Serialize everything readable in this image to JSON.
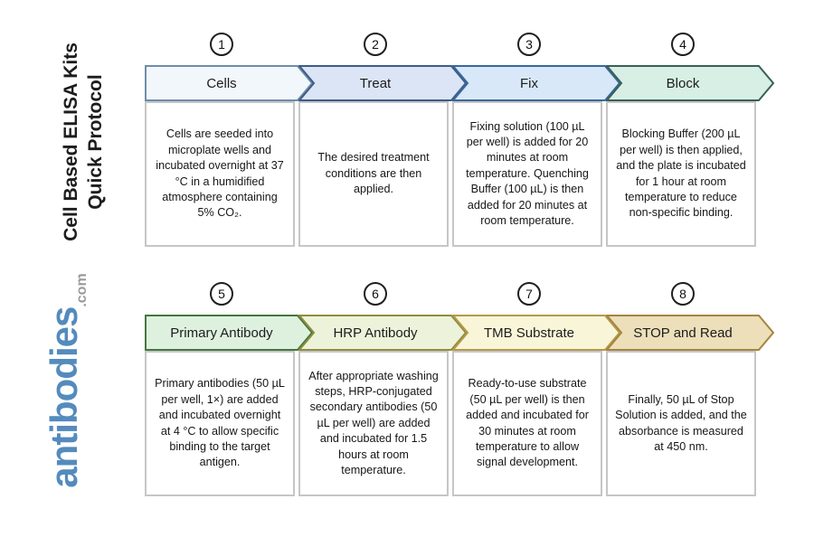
{
  "sidebar": {
    "title_line1": "Cell Based ELISA Kits",
    "title_line2": "Quick Protocol",
    "title_color": "#1d1d1d",
    "logo_word": "antibodies",
    "logo_tld": ".com",
    "logo_color": "#548bbd",
    "logo_tld_color": "#9a9a9a"
  },
  "steps": [
    {
      "number": "1",
      "label": "Cells",
      "description": "Cells are seeded into microplate wells and incubated overnight at 37 °C in a humidified atmosphere containing 5% CO₂.",
      "fill": "#f2f7fb",
      "border": "#6e8cab"
    },
    {
      "number": "2",
      "label": "Treat",
      "description": "The desired treatment conditions are then applied.",
      "fill": "#dbe5f6",
      "border": "#3e5c86"
    },
    {
      "number": "3",
      "label": "Fix",
      "description": "Fixing solution (100 µL per well) is added for 20 minutes at room temperature. Quenching Buffer (100 µL) is then added for 20 minutes at room temperature.",
      "fill": "#d8e8f8",
      "border": "#38699c"
    },
    {
      "number": "4",
      "label": "Block",
      "description": "Blocking Buffer (200 µL per well) is then applied, and the plate is incubated for 1 hour at room temperature to reduce non-specific binding.",
      "fill": "#d7efe5",
      "border": "#3a6057"
    },
    {
      "number": "5",
      "label": "Primary Antibody",
      "description": "Primary antibodies (50 µL per well, 1×) are added and incubated overnight at 4 °C to allow specific binding to the target antigen.",
      "fill": "#def1df",
      "border": "#45773f"
    },
    {
      "number": "6",
      "label": "HRP Antibody",
      "description": "After appropriate washing steps, HRP-conjugated secondary antibodies (50 µL per well) are added and incubated for 1.5 hours at room temperature.",
      "fill": "#edf3da",
      "border": "#8f8d3d"
    },
    {
      "number": "7",
      "label": "TMB Substrate",
      "description": "Ready-to-use substrate (50 µL per well) is then added and incubated for 30 minutes at room temperature to allow signal development.",
      "fill": "#f9f5d8",
      "border": "#b39a4a"
    },
    {
      "number": "8",
      "label": "STOP and Read",
      "description": "Finally, 50 µL of Stop Solution is added, and the absorbance is measured at 450 nm.",
      "fill": "#ecdfba",
      "border": "#a5853f"
    }
  ]
}
